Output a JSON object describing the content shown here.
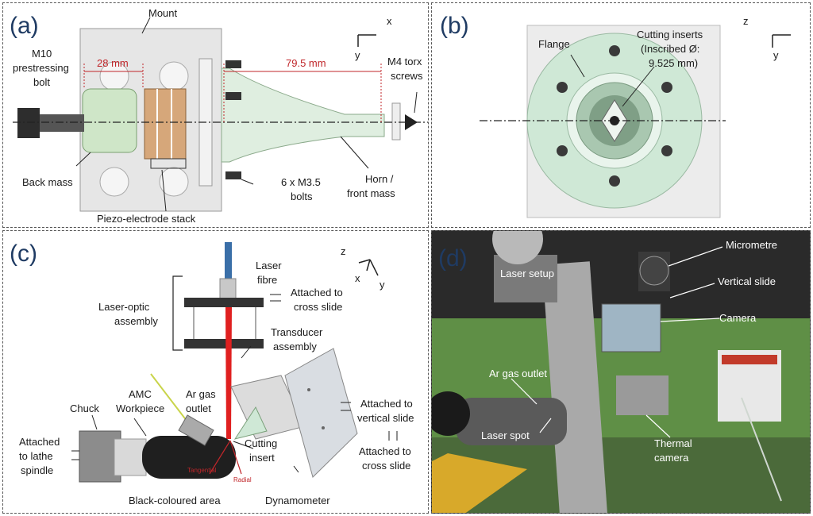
{
  "panels": {
    "a": {
      "label": "(a)",
      "mount": "Mount",
      "bolt_line1": "M10",
      "bolt_line2": "prestressing",
      "bolt_line3": "bolt",
      "dim_28": "28 mm",
      "dim_795": "79.5 mm",
      "torx_line1": "M4 torx",
      "torx_line2": "screws",
      "back_mass": "Back mass",
      "bolts_line1": "6 x M3.5",
      "bolts_line2": "bolts",
      "horn_line1": "Horn /",
      "horn_line2": "front mass",
      "piezo": "Piezo-electrode stack",
      "axis_x": "x",
      "axis_y": "y"
    },
    "b": {
      "label": "(b)",
      "flange": "Flange",
      "inserts_line1": "Cutting inserts",
      "inserts_line2": "(Inscribed Ø:",
      "inserts_line3": "9.525 mm)",
      "axis_z": "z",
      "axis_y": "y"
    },
    "c": {
      "label": "(c)",
      "laser_fibre_line1": "Laser",
      "laser_fibre_line2": "fibre",
      "attached_cross1_line1": "Attached to",
      "attached_cross1_line2": "cross slide",
      "laser_optic_line1": "Laser-optic",
      "laser_optic_line2": "assembly",
      "transducer_line1": "Transducer",
      "transducer_line2": "assembly",
      "chuck": "Chuck",
      "amc_line1": "AMC",
      "amc_line2": "Workpiece",
      "ar_line1": "Ar gas",
      "ar_line2": "outlet",
      "attached_vertical_line1": "Attached to",
      "attached_vertical_line2": "vertical slide",
      "attached_lathe_line1": "Attached",
      "attached_lathe_line2": "to lathe",
      "attached_lathe_line3": "spindle",
      "cutting_line1": "Cutting",
      "cutting_line2": "insert",
      "attached_cross2_line1": "Attached to",
      "attached_cross2_line2": "cross slide",
      "tangential": "Tangential",
      "radial": "Radial",
      "black_area": "Black-coloured area",
      "dynamometer": "Dynamometer",
      "axis_z": "z",
      "axis_x": "x",
      "axis_y": "y"
    },
    "d": {
      "label": "(d)",
      "micrometre": "Micrometre",
      "laser_setup": "Laser setup",
      "vertical_slide": "Vertical slide",
      "camera": "Camera",
      "ar_line1": "Ar gas outlet",
      "laser_spot": "Laser spot",
      "thermal_line1": "Thermal",
      "thermal_line2": "camera"
    }
  },
  "colors": {
    "panel_label": "#1f3b63",
    "dimension_red": "#c0262a",
    "mount_grey": "#e4e4e4",
    "flange_green": "#cfe8d6",
    "laser_red": "#e02020"
  }
}
